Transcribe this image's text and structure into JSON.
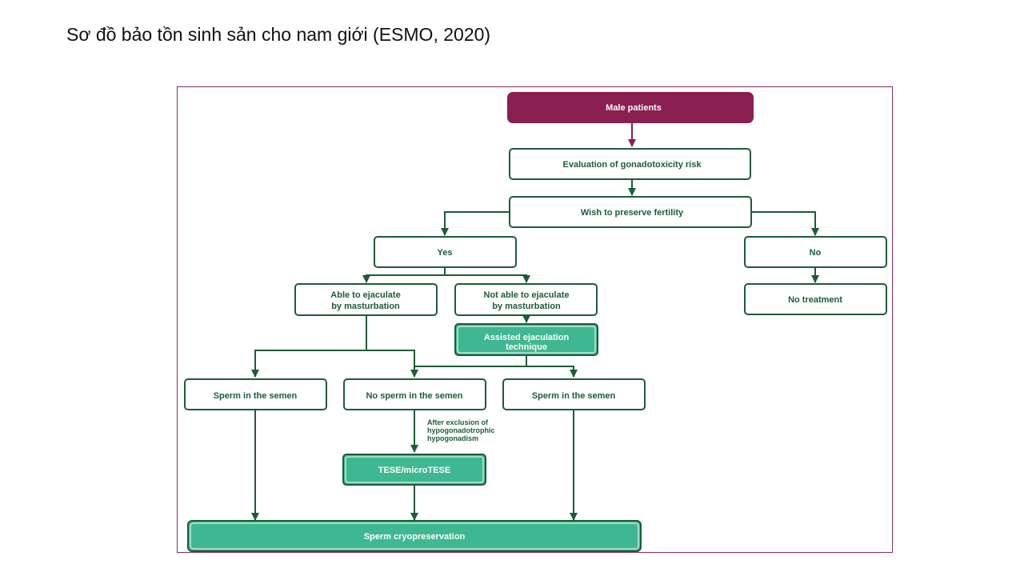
{
  "slide": {
    "title": "Sơ đồ bảo tồn sinh sản cho nam giới (ESMO, 2020)"
  },
  "diagram": {
    "nodes": {
      "male_patients": "Male patients",
      "evaluation": "Evaluation of gonadotoxicity risk",
      "wish": "Wish to preserve fertility",
      "yes": "Yes",
      "no": "No",
      "no_treatment": "No treatment",
      "able_line1": "Able to ejaculate",
      "able_line2": "by masturbation",
      "notable_line1": "Not able to ejaculate",
      "notable_line2": "by masturbation",
      "assisted_line1": "Assisted ejaculation",
      "assisted_line2": "technique",
      "sperm_semen_left": "Sperm in the semen",
      "no_sperm_semen": "No sperm in the semen",
      "sperm_semen_right": "Sperm in the semen",
      "tese": "TESE/microTESE",
      "cryo": "Sperm cryopreservation"
    },
    "annotation": {
      "line1": "After exclusion of",
      "line2": "hypogonadotrophic",
      "line3": "hypogonadism"
    },
    "colors": {
      "start_fill": "#8a1f52",
      "teal_fill": "#3fb891",
      "line_green": "#1e5b3a",
      "frame": "#8b2a5f"
    }
  }
}
